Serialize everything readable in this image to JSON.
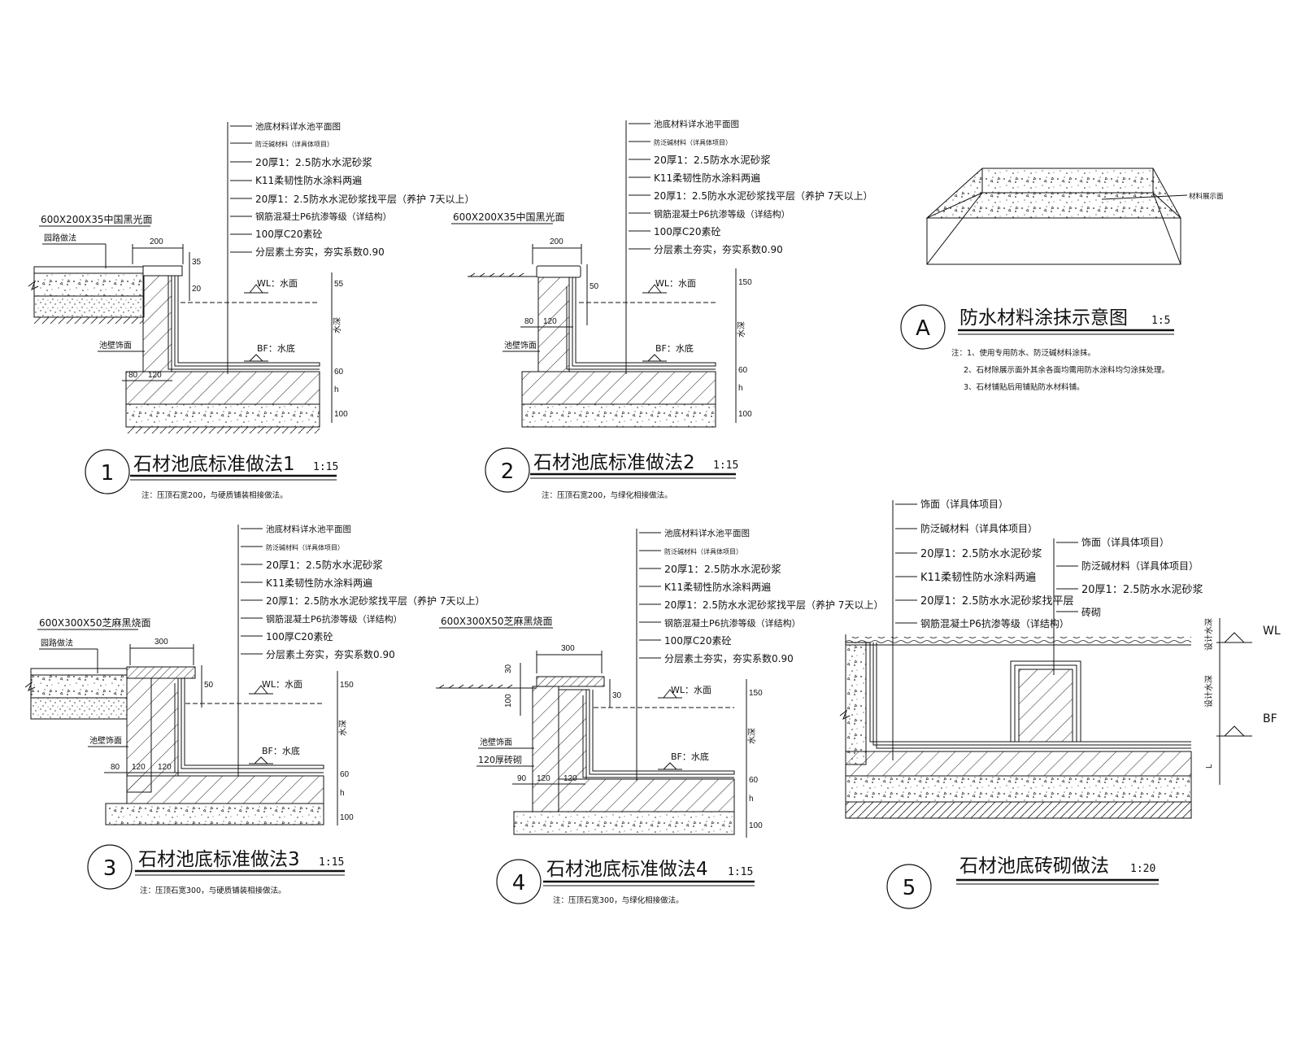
{
  "layers_long": [
    "池底材料详水池平面图",
    "防泛碱材料（详具体项目）",
    "20厚1：2.5防水水泥砂浆",
    "K11柔韧性防水涂料两遍",
    "20厚1：2.5防水水泥砂浆找平层（养护 7天以上）",
    "钢筋混凝土P6抗渗等级（详结构）",
    "100厚C20素砼",
    "分层素土夯实，夯实系数0.90"
  ],
  "d1": {
    "num": "1",
    "title": "石材池底标准做法1",
    "scale": "1:15",
    "note": "注：压顶石宽200，与硬质铺装相接做法。",
    "coping": "600X200X35中国黑光面",
    "road": "园路做法",
    "wall": "池壁饰面",
    "wl": "WL：水面",
    "bf": "BF：水底",
    "depth": "水深",
    "dims": [
      "200",
      "35",
      "20",
      "55",
      "60",
      "h",
      "100",
      "80",
      "120"
    ]
  },
  "d2": {
    "num": "2",
    "title": "石材池底标准做法2",
    "scale": "1:15",
    "note": "注：压顶石宽200，与绿化相接做法。",
    "coping": "600X200X35中国黑光面",
    "wall": "池壁饰面",
    "wl": "WL：水面",
    "bf": "BF：水底",
    "depth": "水深",
    "dims": [
      "200",
      "50",
      "80",
      "120",
      "150",
      "60",
      "h",
      "100"
    ]
  },
  "d3": {
    "num": "3",
    "title": "石材池底标准做法3",
    "scale": "1:15",
    "note": "注：压顶石宽300，与硬质铺装相接做法。",
    "coping": "600X300X50芝麻黑烧面",
    "road": "园路做法",
    "wall": "池壁饰面",
    "wl": "WL：水面",
    "bf": "BF：水底",
    "depth": "水深",
    "dims": [
      "300",
      "50",
      "150",
      "60",
      "h",
      "100",
      "80",
      "120",
      "120"
    ]
  },
  "d4": {
    "num": "4",
    "title": "石材池底标准做法4",
    "scale": "1:15",
    "note": "注：压顶石宽300，与绿化相接做法。",
    "coping": "600X300X50芝麻黑烧面",
    "wall": "池壁饰面",
    "brick": "120厚砖砌",
    "wl": "WL：水面",
    "bf": "BF：水底",
    "depth": "水深",
    "dims": [
      "300",
      "30",
      "100",
      "30",
      "150",
      "60",
      "h",
      "100",
      "90",
      "120",
      "120"
    ]
  },
  "dA": {
    "num": "A",
    "title": "防水材料涂抹示意图",
    "scale": "1:5",
    "label": "材料展示面",
    "notes": [
      "注：1、使用专用防水、防泛碱材料涂抹。",
      "2、石材除展示面外其余各面均需用防水涂料均匀涂抹处理。",
      "3、石材铺贴后用铺贴防水材料铺。"
    ]
  },
  "d5": {
    "num": "5",
    "title": "石材池底砖砌做法",
    "scale": "1:20",
    "layers_left": [
      "饰面（详具体项目）",
      "防泛碱材料（详具体项目）",
      "20厚1：2.5防水水泥砂浆",
      "K11柔韧性防水涂料两遍",
      "20厚1：2.5防水水泥砂浆找平层",
      "钢筋混凝土P6抗渗等级（详结构）"
    ],
    "layers_right": [
      "饰面（详具体项目）",
      "防泛碱材料（详具体项目）",
      "20厚1：2.5防水水泥砂浆",
      "砖砌"
    ],
    "wl": "WL",
    "bf": "BF",
    "dims": [
      "设计水深",
      "设计水深",
      "L"
    ]
  }
}
